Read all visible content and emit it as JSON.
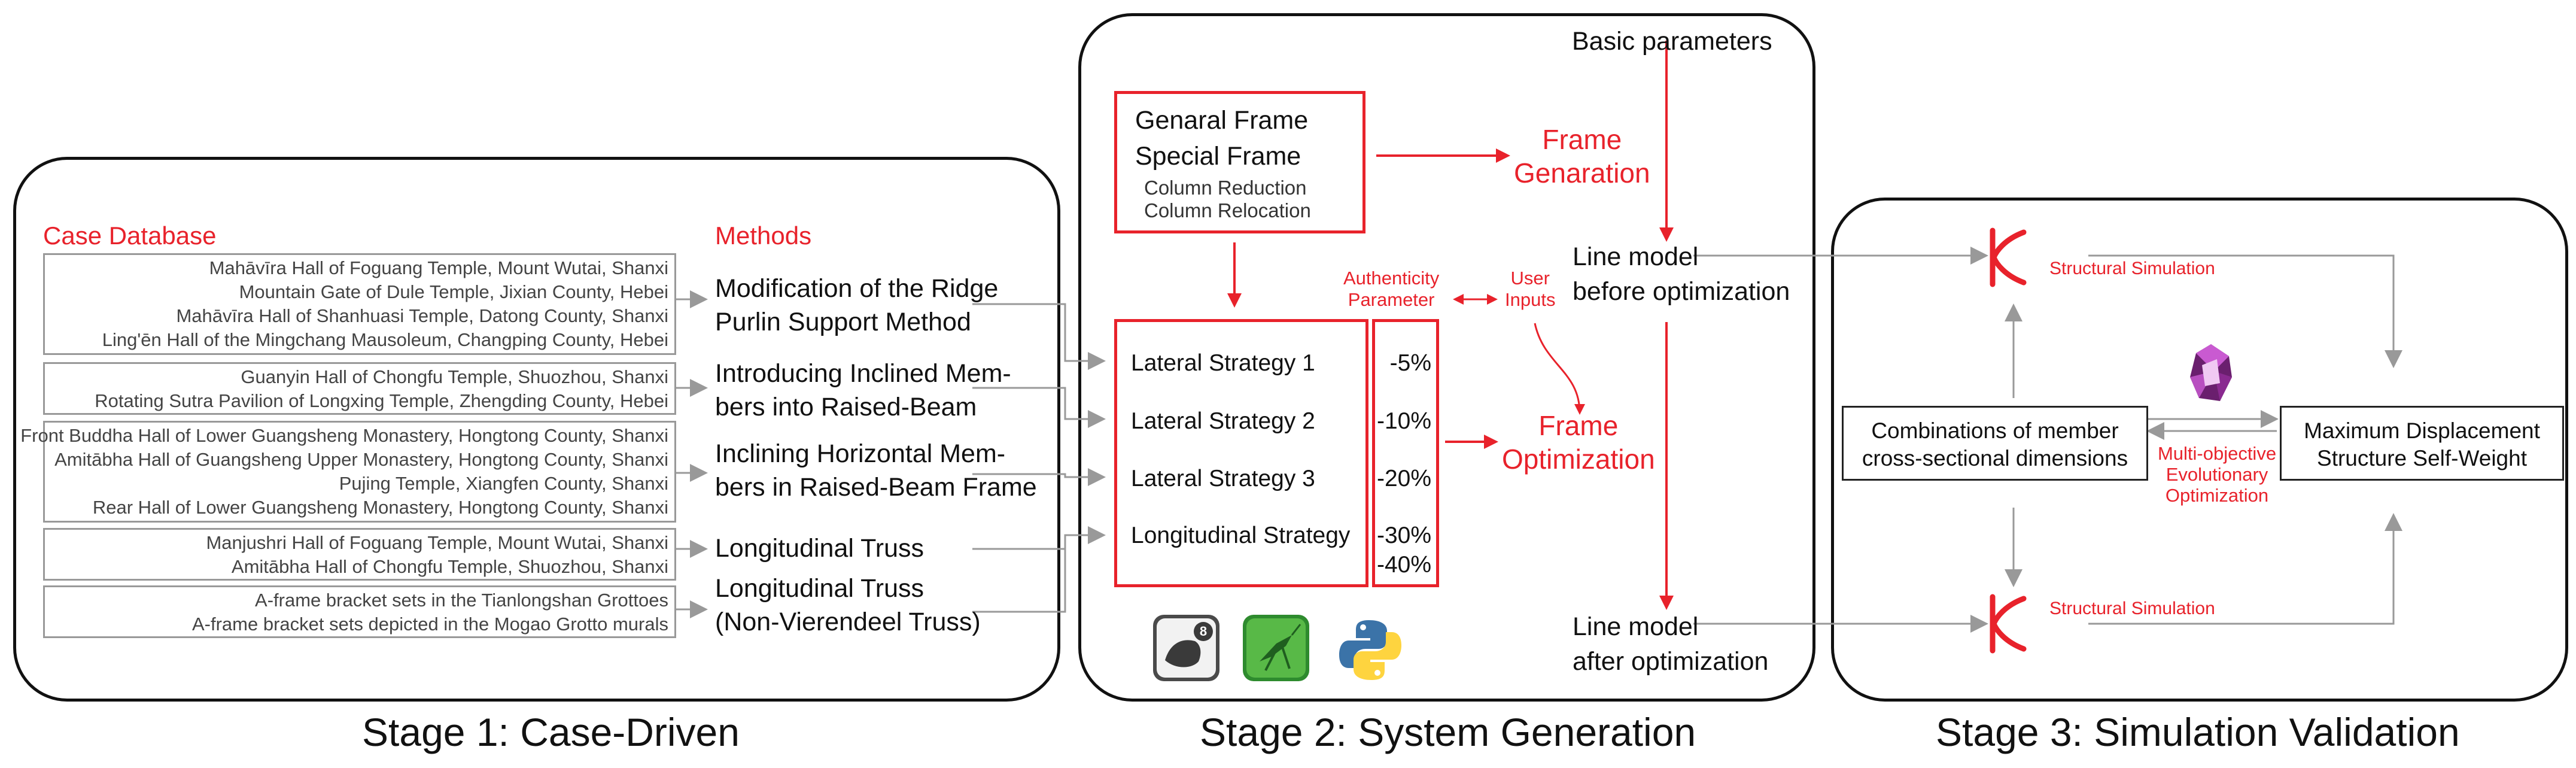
{
  "stage1": {
    "title": "Stage 1: Case-Driven",
    "case_db_label": "Case Database",
    "methods_label": "Methods",
    "case_groups": [
      [
        "Mahāvīra Hall of Foguang Temple, Mount Wutai, Shanxi",
        "Mountain Gate of Dule Temple, Jixian County, Hebei",
        "Mahāvīra Hall of Shanhuasi Temple, Datong County, Shanxi",
        "Ling'ēn Hall of the Mingchang Mausoleum, Changping County, Hebei"
      ],
      [
        "Guanyin Hall of Chongfu Temple, Shuozhou, Shanxi",
        "Rotating Sutra Pavilion of Longxing Temple, Zhengding County, Hebei"
      ],
      [
        "Front Buddha Hall of Lower Guangsheng Monastery, Hongtong County, Shanxi",
        "Amitābha Hall of Guangsheng Upper Monastery, Hongtong County, Shanxi",
        "Pujing Temple, Xiangfen County, Shanxi",
        "Rear Hall of Lower Guangsheng Monastery, Hongtong County, Shanxi"
      ],
      [
        "Manjushri Hall of Foguang Temple, Mount Wutai, Shanxi",
        "Amitābha Hall of Chongfu Temple, Shuozhou, Shanxi"
      ],
      [
        "A-frame bracket sets in the Tianlongshan Grottoes",
        "A-frame bracket sets depicted in the Mogao Grotto murals"
      ]
    ],
    "methods": [
      [
        "Modification of the Ridge",
        "Purlin Support Method"
      ],
      [
        "Introducing Inclined Mem-",
        "bers into Raised-Beam"
      ],
      [
        "Inclining Horizontal Mem-",
        "bers in Raised-Beam Frame"
      ],
      [
        "Longitudinal Truss"
      ],
      [
        "Longitudinal Truss",
        "(Non-Vierendeel Truss)"
      ]
    ]
  },
  "stage2": {
    "title": "Stage 2: System Generation",
    "frame_types": [
      "Genaral Frame",
      "Special Frame"
    ],
    "frame_sub": [
      "Column Reduction",
      "Column Relocation"
    ],
    "frame_generation": [
      "Frame",
      "Genaration"
    ],
    "basic_parameters": "Basic parameters",
    "line_model_before": [
      "Line model",
      "before optimization"
    ],
    "line_model_after": [
      "Line model",
      "after optimization"
    ],
    "authenticity": [
      "Authenticity",
      "Parameter"
    ],
    "user_inputs": [
      "User",
      "Inputs"
    ],
    "frame_optimization": [
      "Frame",
      "Optimization"
    ],
    "strategies": [
      "Lateral Strategy 1",
      "Lateral Strategy 2",
      "Lateral Strategy 3",
      "Longitudinal Strategy"
    ],
    "percentages": [
      "-5%",
      "-10%",
      "-20%",
      "-30%",
      "-40%"
    ],
    "icons": [
      "rhino-icon",
      "grasshopper-icon",
      "python-icon"
    ]
  },
  "stage3": {
    "title": "Stage 3: Simulation Validation",
    "structural_sim": "Structural Simulation",
    "combinations": [
      "Combinations of member",
      "cross-sectional dimensions"
    ],
    "maximum": [
      "Maximum Displacement",
      "Structure Self-Weight"
    ],
    "moo": [
      "Multi-objective",
      "Evolutionary",
      "Optimization"
    ],
    "icons": [
      "karamba-icon",
      "wallacei-icon"
    ]
  },
  "colors": {
    "accent": "#e8222b",
    "line": "#111111",
    "gray": "#999999"
  }
}
